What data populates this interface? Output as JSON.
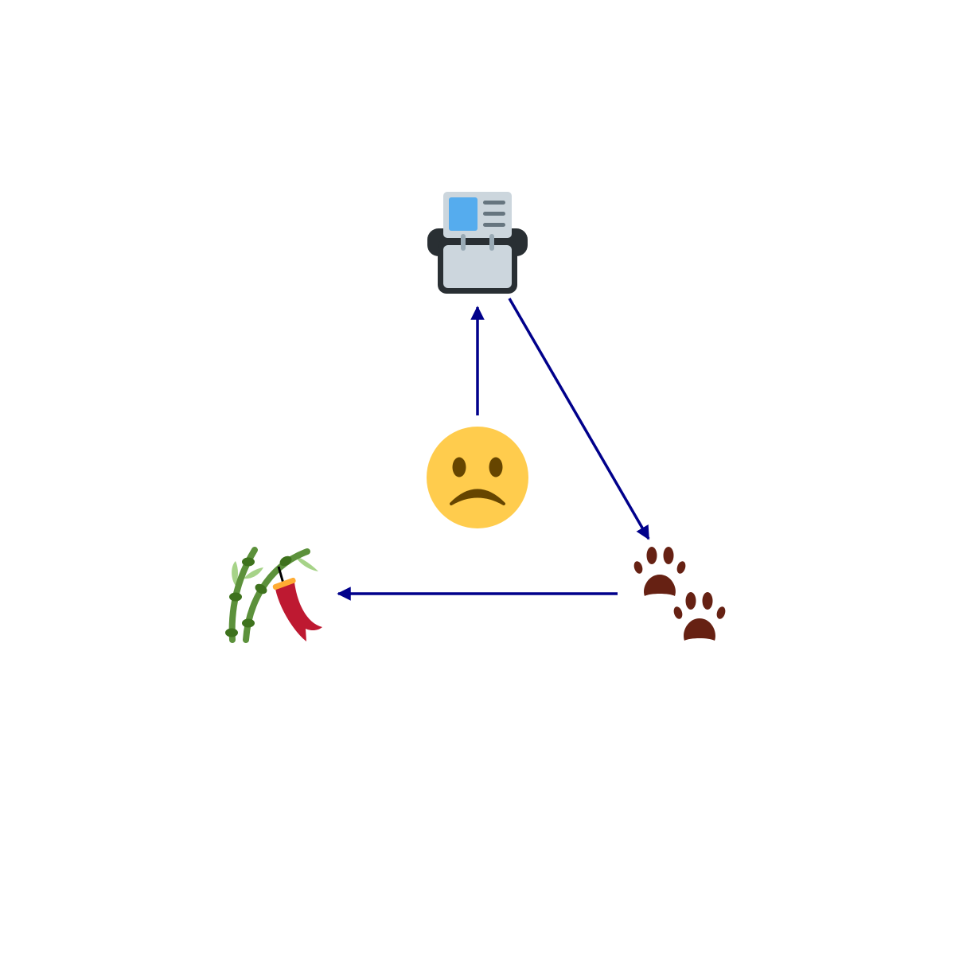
{
  "diagram": {
    "nodes": [
      {
        "id": "frowning-face",
        "icon": "frowning-face-icon"
      },
      {
        "id": "card-index",
        "icon": "card-index-icon"
      },
      {
        "id": "paw-prints",
        "icon": "paw-prints-icon"
      },
      {
        "id": "tanabata-tree",
        "icon": "tanabata-tree-icon"
      }
    ],
    "edges": [
      {
        "from": "frowning-face",
        "to": "card-index"
      },
      {
        "from": "card-index",
        "to": "paw-prints"
      },
      {
        "from": "paw-prints",
        "to": "tanabata-tree"
      }
    ],
    "colors": {
      "arrow": "#00008b",
      "face": "#ffcc4d",
      "face_features": "#664500",
      "paw": "#662113",
      "card_blue": "#55acee",
      "card_grey": "#ccd6dd",
      "card_dark": "#292f33",
      "bamboo": "#5c913b",
      "bamboo_dark": "#3e721d",
      "leaf": "#a6d388",
      "tanzaku_red": "#be1931",
      "tanzaku_gold": "#ffac33"
    }
  }
}
